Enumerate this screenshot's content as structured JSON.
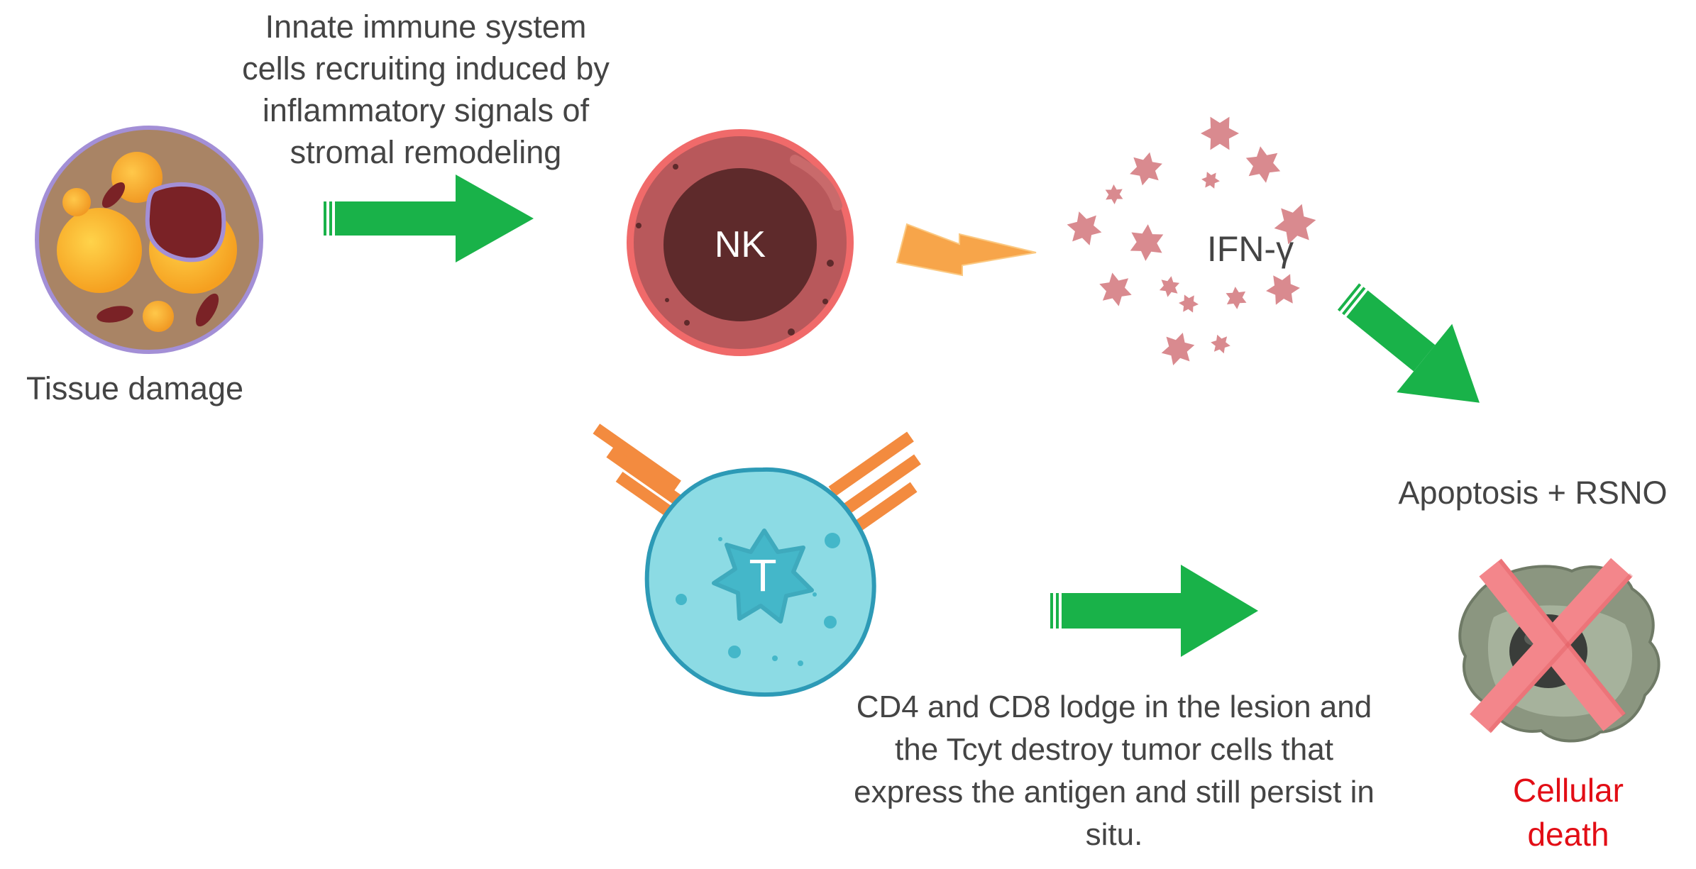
{
  "labels": {
    "innate_recruitment": [
      "Innate immune system",
      "cells recruiting induced by",
      "inflammatory signals of",
      "stromal remodeling"
    ],
    "tissue_damage": "Tissue damage",
    "nk_cell": "NK",
    "ifn": "IFN-γ",
    "apoptosis": "Apoptosis + RSNO",
    "t_cell": "T",
    "cd_lodge": [
      "CD4 and CD8 lodge in the lesion and",
      "the Tcyt destroy tumor cells that",
      "express the antigen and still persist in",
      "situ."
    ],
    "cellular_death": [
      "Cellular",
      "death"
    ]
  },
  "colors": {
    "arrow_green": "#19b249",
    "lightning_orange": "#f7a54a",
    "nk_outer": "#b8585b",
    "nk_ring": "#f06a6a",
    "nk_nucleus": "#5e2a2b",
    "cytokine_star": "#d98a8f",
    "t_cell_body": "#8cdbe4",
    "t_cell_border": "#2d9ab6",
    "t_cell_nucleus": "#44b7c9",
    "receptor_orange": "#f38b3f",
    "tissue_fill": "#a98465",
    "tissue_border": "#a38fd6",
    "vesicle_orange": "#f7a824",
    "dead_cell_gray": "#8b9680",
    "cross_red": "#f3868b",
    "death_text": "#e20d15",
    "label_text": "#444444"
  }
}
